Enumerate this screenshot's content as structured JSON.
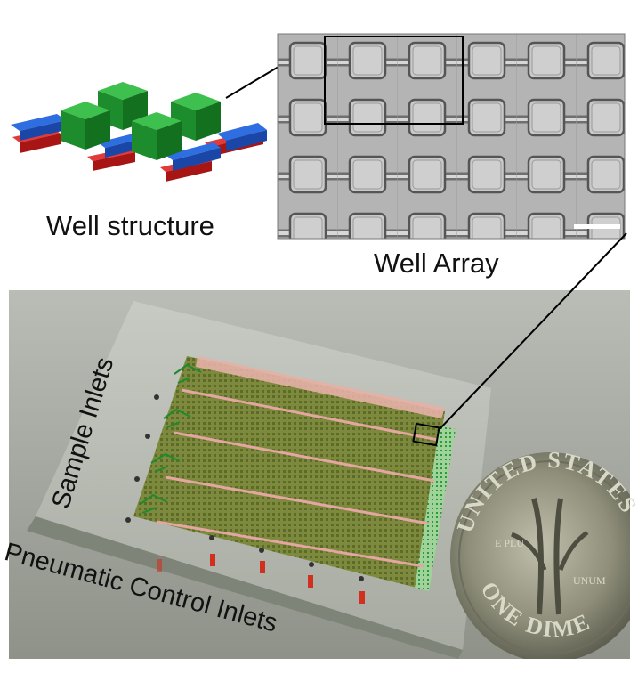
{
  "labels": {
    "well_structure": "Well structure",
    "well_array": "Well Array",
    "sample_inlets": "Sample Inlets",
    "pneumatic_control_inlets": "Pneumatic Control Inlets"
  },
  "coin": {
    "top_text": "UNITED STATES",
    "bottom_text": "ONE DIME",
    "left_letters": "E PLU",
    "right_letters": "UNUM"
  },
  "colors": {
    "well_green": "#1f8a2c",
    "valve_blue": "#1f5fd6",
    "channel_red": "#d21e1e",
    "micrograph_gray": "#b5b5b5",
    "chip_green": "#7a8a3a",
    "coin_silver": "#8f8f7c"
  },
  "icons": {
    "scale_bar": "scale-bar-icon",
    "zoom_box": "zoom-box-icon",
    "well_cube": "well-cube-icon"
  }
}
